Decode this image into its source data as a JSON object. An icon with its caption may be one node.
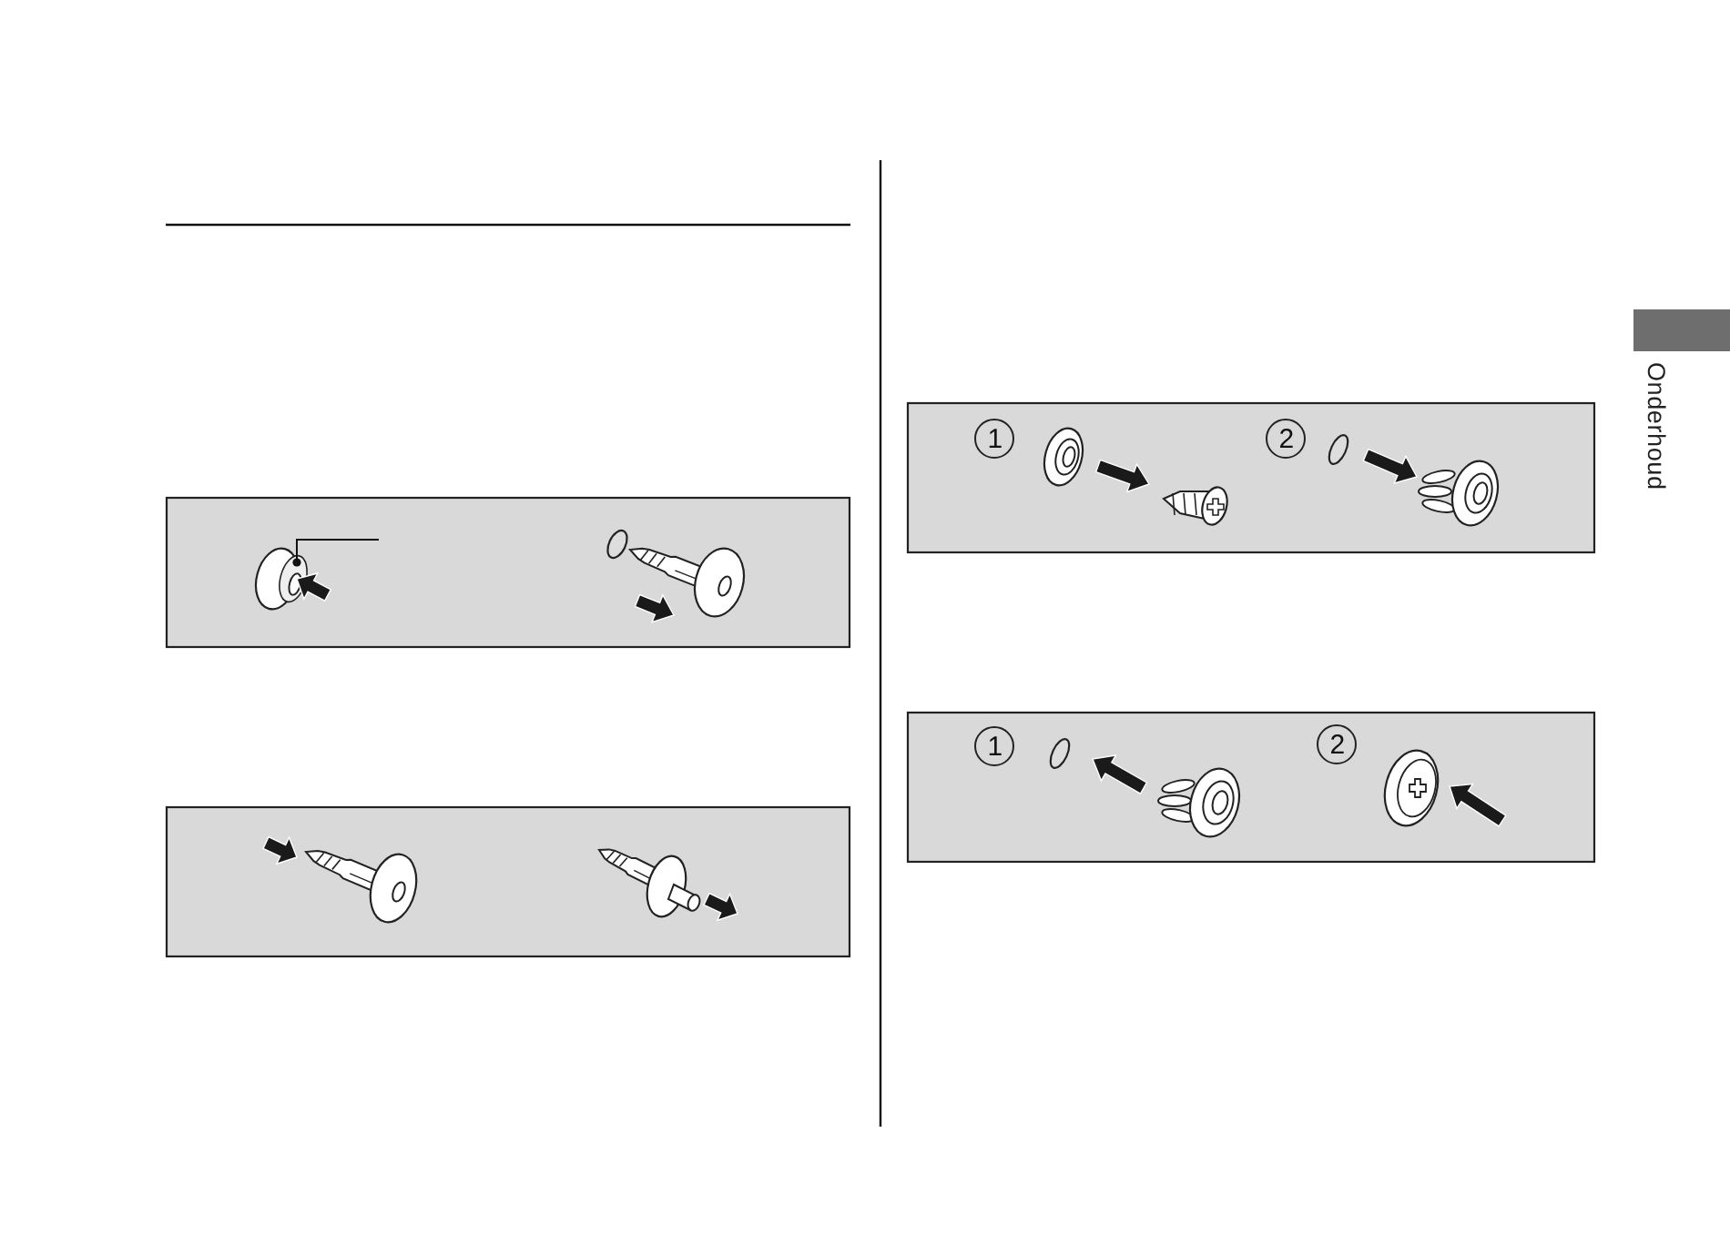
{
  "diagram": {
    "labels": [
      "1",
      "2",
      "1",
      "2",
      "Onderhoud"
    ]
  }
}
